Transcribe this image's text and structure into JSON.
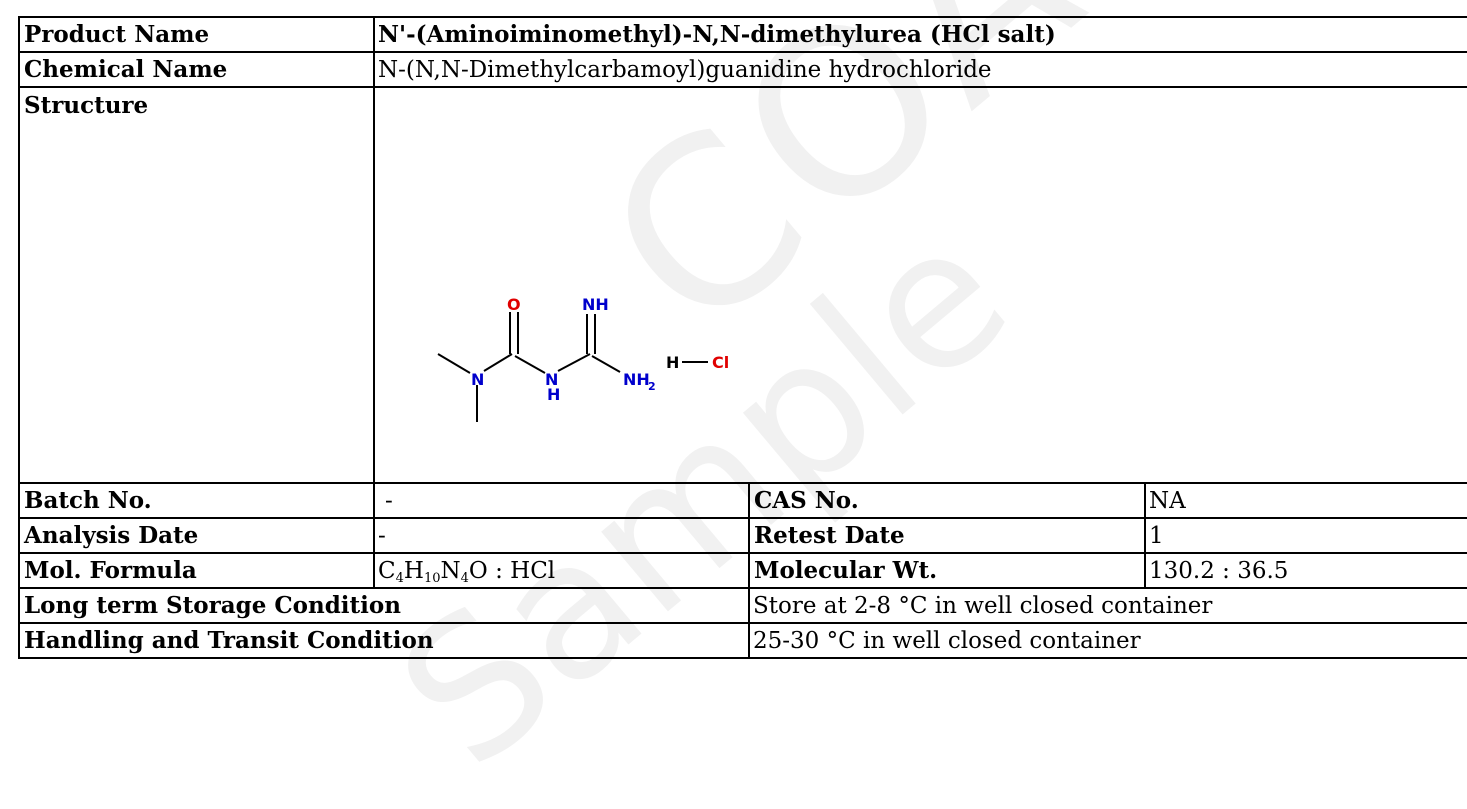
{
  "watermark": "COA",
  "watermark2": "Sample",
  "rows": {
    "product_name": {
      "label": "Product Name",
      "value": "N'-(Aminoiminomethyl)-N,N-dimethylurea (HCl salt)"
    },
    "chemical_name": {
      "label": "Chemical Name",
      "value": "N-(N,N-Dimethylcarbamoyl)guanidine hydrochloride"
    },
    "structure": {
      "label": "Structure",
      "atoms": {
        "o": "O",
        "n1": "N",
        "nh": "N",
        "h": "H",
        "nh_top": "NH",
        "nh2": "NH",
        "nh2_sub": "2",
        "hcl_h": "H",
        "hcl_cl": "Cl"
      }
    },
    "batch": {
      "label": "Batch No.",
      "value": "-"
    },
    "cas": {
      "label": "CAS No.",
      "value": "NA"
    },
    "analysis_date": {
      "label": "Analysis Date",
      "value": "-"
    },
    "retest_date": {
      "label": "Retest Date",
      "value": "1"
    },
    "mol_formula": {
      "label": "Mol. Formula",
      "parts": [
        "C",
        "4",
        "H",
        "10",
        "N",
        "4",
        "O : HCl"
      ]
    },
    "mol_wt": {
      "label": "Molecular Wt.",
      "value": "130.2 : 36.5"
    },
    "long_term_storage": {
      "label": "Long term Storage Condition",
      "value": "Store at 2-8 °C in well closed container"
    },
    "handling": {
      "label": "Handling and Transit Condition",
      "value": "25-30 °C in well closed container"
    }
  },
  "colors": {
    "oxygen": "#e00000",
    "nitrogen": "#0000cc",
    "chlorine": "#e00000",
    "watermark": "#f1f1f1"
  }
}
